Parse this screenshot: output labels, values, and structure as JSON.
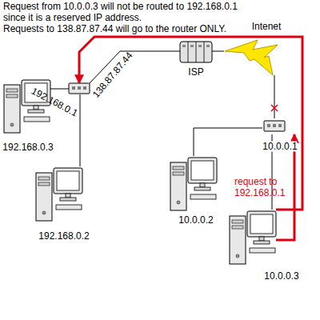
{
  "diagram": {
    "nodes": [
      {
        "text": [
          "192.168.0.3"
        ]
      },
      {
        "text": [
          "138.87.87.44",
          "192.168.0.1"
        ]
      },
      {
        "text": [
          "ISP"
        ]
      },
      {
        "text": [
          "Intenet"
        ]
      },
      {
        "text": [
          "10.0.0.1"
        ]
      },
      {
        "text": [
          "10.0.0.2"
        ]
      },
      {
        "text": [
          "192.168.0.2"
        ]
      },
      {
        "text": [
          "10.0.0.3"
        ]
      }
    ],
    "edges": [
      {
        "from": 0,
        "to": 1,
        "arrow": "none"
      },
      {
        "from": 1,
        "to": 6,
        "arrow": "none"
      },
      {
        "from": 1,
        "to": 2,
        "arrow": "none"
      },
      {
        "from": 2,
        "to": 3,
        "arrow": "none"
      },
      {
        "from": 3,
        "to": 4,
        "arrow": "none"
      },
      {
        "from": 4,
        "to": 5,
        "arrow": "none"
      },
      {
        "from": 4,
        "to": 7,
        "arrow": "none"
      },
      {
        "from": 7,
        "to": 4,
        "arrow": "to",
        "label": "request to 192.168.0.1"
      },
      {
        "from": 7,
        "to": 1,
        "arrow": "to"
      }
    ],
    "labels": [
      "Request from 10.0.0.3 will not be routed to 192.168.0.1 since it is a reserved IP address.",
      "Requests to 138.87.87.44 will go to the router ONLY."
    ]
  }
}
